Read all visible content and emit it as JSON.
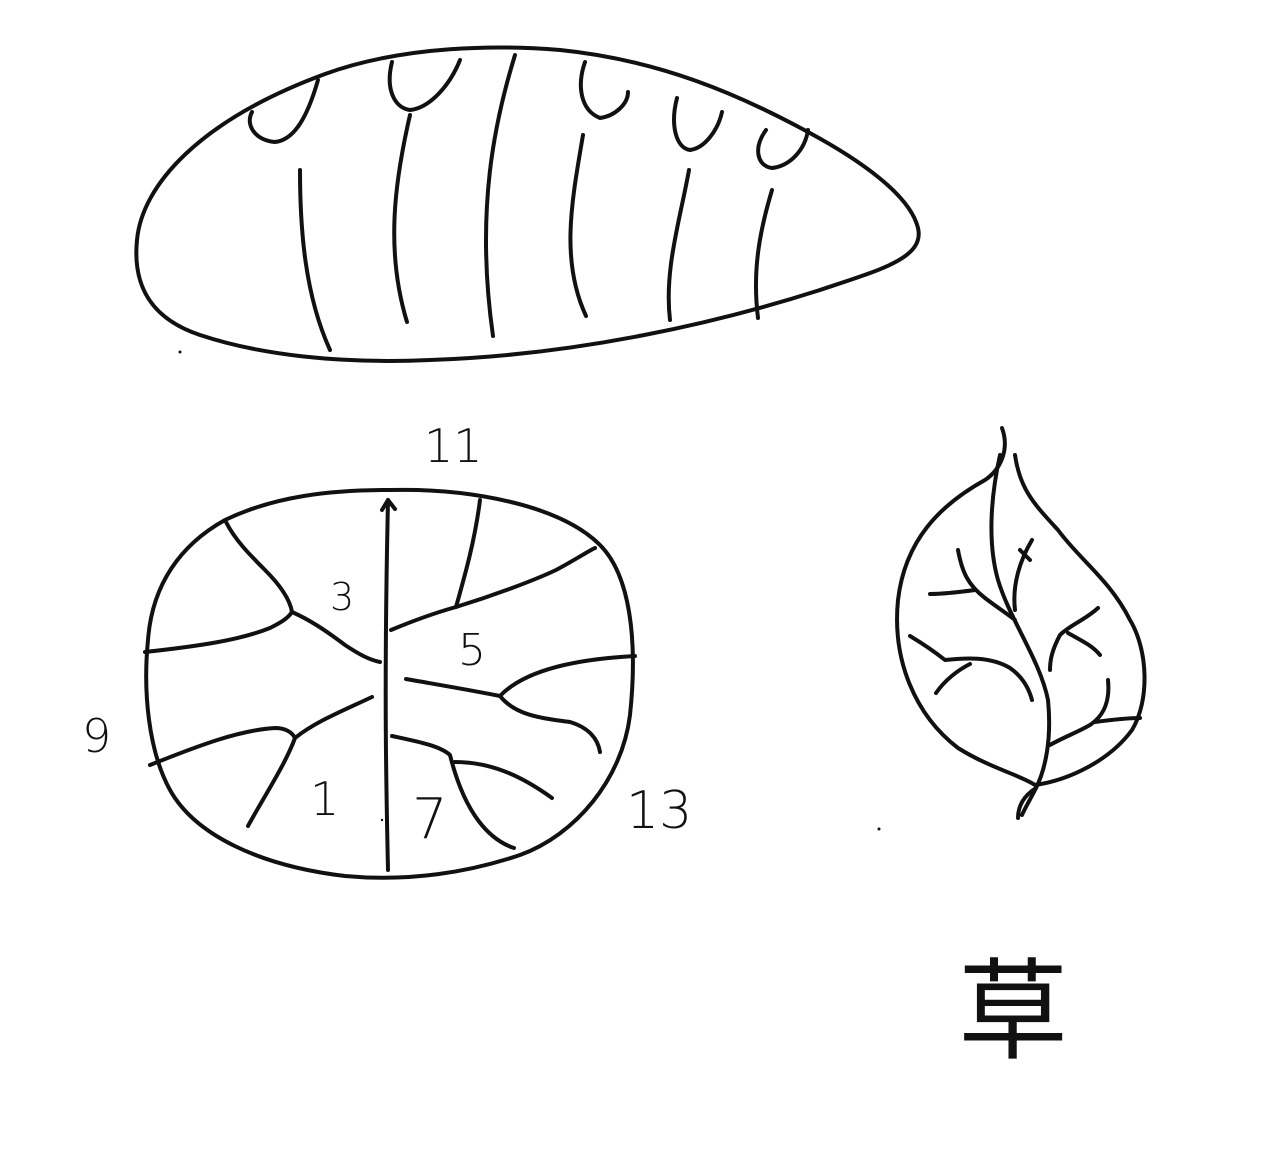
{
  "ink_color": "#111111",
  "background_color": "#ffffff",
  "cross_section": {
    "labels": {
      "top": "11",
      "left": "9",
      "right": "13",
      "upper_left": "3",
      "upper_right": "5",
      "lower_left": "1",
      "lower_right": "7"
    }
  },
  "leaf_caption": "草"
}
